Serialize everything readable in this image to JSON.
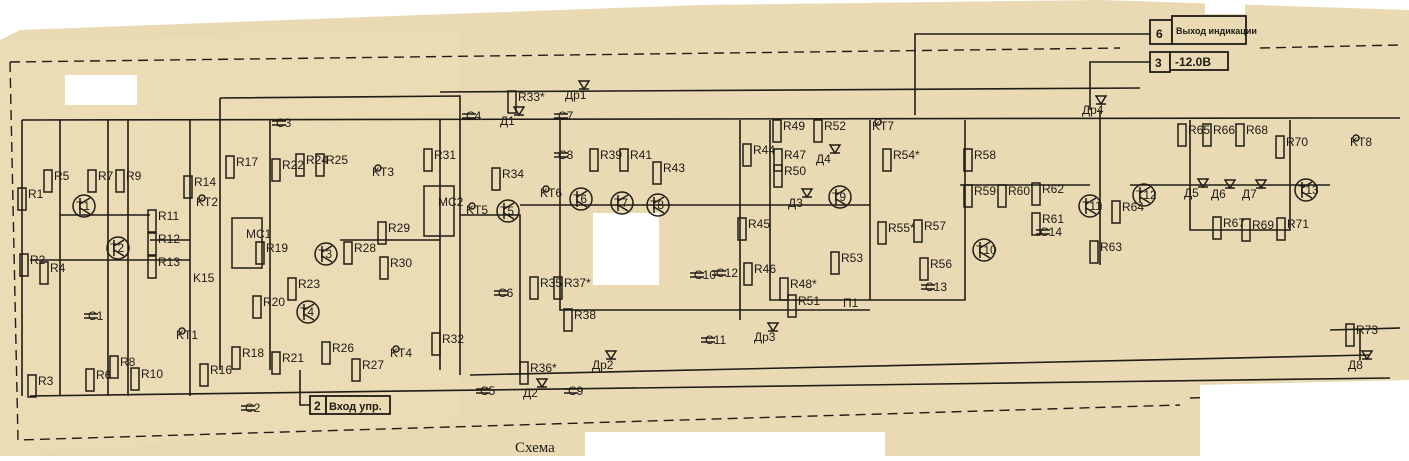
{
  "title": "Схема",
  "connectors": [
    {
      "pin": "6",
      "label": "Выход индикации"
    },
    {
      "pin": "3",
      "label": "-12.0В"
    },
    {
      "pin": "2",
      "label": "Вход упр."
    }
  ],
  "components": [
    "R1",
    "R5",
    "R7",
    "R9",
    "T1",
    "R2",
    "R4",
    "T2",
    "R11",
    "R12",
    "R13",
    "R14",
    "KT2",
    "R17",
    "C3",
    "R22",
    "R24",
    "R25",
    "KT3",
    "R31",
    "MC1",
    "R19",
    "T3",
    "R23",
    "K15",
    "R20",
    "KT1",
    "C1",
    "R3",
    "R6",
    "R8",
    "R10",
    "R16",
    "R18",
    "C2",
    "R21",
    "T4",
    "R26",
    "R27",
    "KT4",
    "R32",
    "R28",
    "R29",
    "R30",
    "MC2",
    "KT5",
    "T5",
    "R33*",
    "Др1",
    "C4",
    "Д1",
    "C7",
    "R34",
    "C8",
    "KT6",
    "R39",
    "R41",
    "R43",
    "T6",
    "T7",
    "T8",
    "C6",
    "R35",
    "R37*",
    "R38",
    "C5",
    "Д2",
    "R36*",
    "C9",
    "Др2",
    "C11",
    "Др3",
    "C10",
    "C12",
    "R46",
    "R45",
    "R44",
    "R49",
    "R52",
    "R47",
    "R50",
    "Д4",
    "Д3",
    "T9",
    "R48*",
    "R51",
    "П1",
    "R53",
    "KT7",
    "R54*",
    "R55*",
    "R57",
    "R56",
    "C13",
    "R58",
    "T10",
    "R59",
    "R60",
    "R62",
    "R61",
    "C14",
    "T11",
    "R63",
    "R64",
    "Др4",
    "T12",
    "R65",
    "R66",
    "R68",
    "R70",
    "KT8",
    "Д5",
    "Д6",
    "Д7",
    "T13",
    "R67",
    "R69",
    "R71",
    "R73",
    "Д8"
  ],
  "colors": {
    "paper": "#e9dab4",
    "ink": "#201c16",
    "redaction": "#ffffff"
  }
}
